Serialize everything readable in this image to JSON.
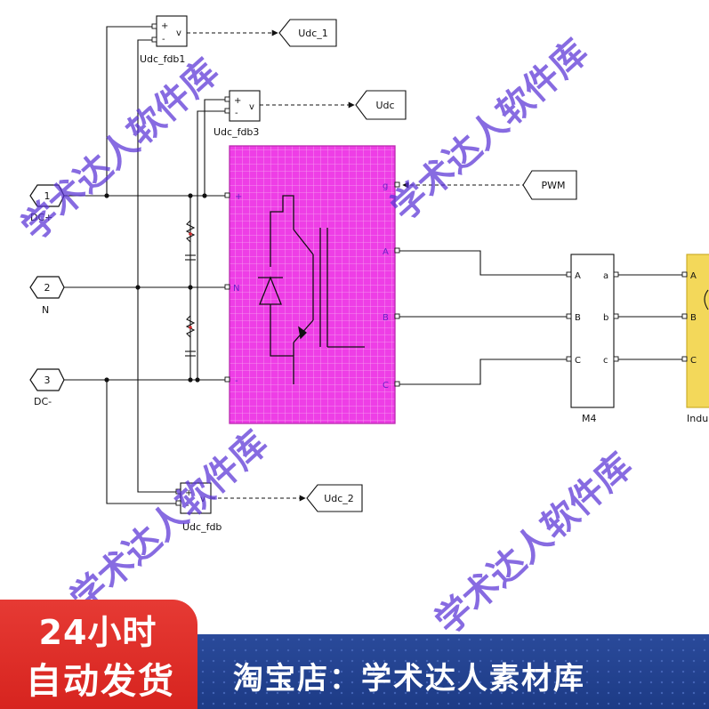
{
  "inports": [
    {
      "number": "1",
      "label": "DC+"
    },
    {
      "number": "2",
      "label": "N"
    },
    {
      "number": "3",
      "label": "DC-"
    }
  ],
  "goto_tags": {
    "udc1": "Udc_1",
    "udc": "Udc",
    "udc2": "Udc_2",
    "pwm": "PWM"
  },
  "voltage_sensors": {
    "fdb1": "Udc_fdb1",
    "fdb3": "Udc_fdb3",
    "fdb": "Udc_fdb",
    "plus": "+",
    "minus": "-",
    "v": "v"
  },
  "inverter": {
    "ports_left": [
      "+",
      "N",
      "-"
    ],
    "ports_right": [
      "g",
      "A",
      "B",
      "C"
    ],
    "color": "#ee3ee6"
  },
  "measurement_block": {
    "name": "M4",
    "ports_left": [
      "A",
      "B",
      "C"
    ],
    "ports_right": [
      "a",
      "b",
      "c"
    ]
  },
  "load_block": {
    "name": "Indu",
    "ports_left": [
      "A",
      "B",
      "C"
    ],
    "color": "#f3d85a"
  },
  "watermark": "学术达人软件库",
  "banner": {
    "left_line1": "24小时",
    "left_line2": "自动发货",
    "shop": "淘宝店：学术达人素材库"
  }
}
